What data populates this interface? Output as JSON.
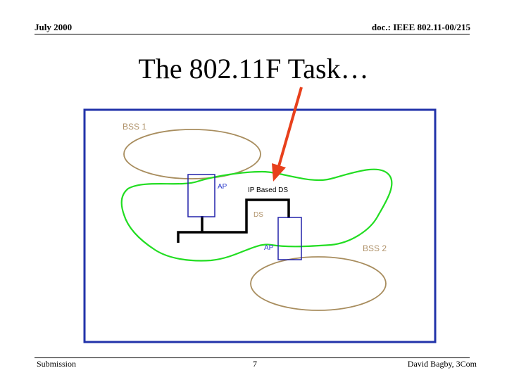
{
  "header": {
    "date": "July 2000",
    "doc": "doc.: IEEE 802.11-00/215"
  },
  "title": "The 802.11F Task…",
  "diagram": {
    "bss1_label": "BSS 1",
    "bss2_label": "BSS 2",
    "ap1_label": "AP",
    "ap2_label": "AP",
    "ip_ds_label": "IP Based DS",
    "ds_label": "DS",
    "colors": {
      "frame": "#2233aa",
      "bss": "#a88d5e",
      "ds_cloud": "#22dd22",
      "ap_box": "#2222aa",
      "arrow": "#e8401c",
      "wire": "#000000",
      "label_text": "#b0926a",
      "ap_text": "#2a3acc"
    }
  },
  "footer": {
    "left": "Submission",
    "page": "7",
    "author": "David Bagby, 3Com"
  }
}
